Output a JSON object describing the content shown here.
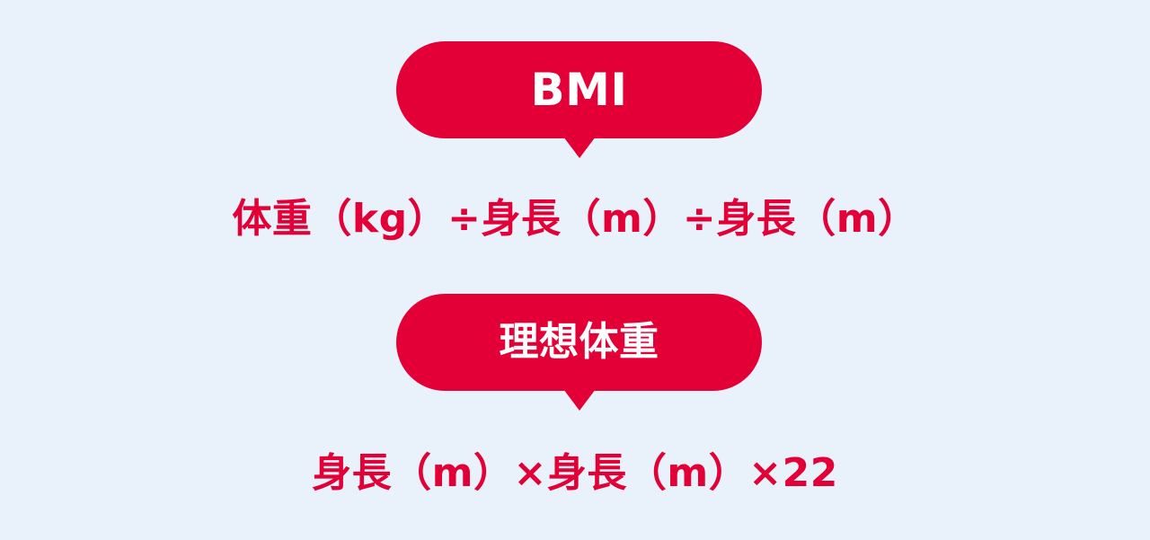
{
  "sections": [
    {
      "bubble_label": "BMI",
      "formula": "体重（kg）÷身長（m）÷身長（m）"
    },
    {
      "bubble_label": "理想体重",
      "formula": "身長（m）×身長（m）×22"
    }
  ],
  "colors": {
    "background": "#e9f2fb",
    "accent": "#e20036",
    "bubble_text": "#ffffff"
  }
}
